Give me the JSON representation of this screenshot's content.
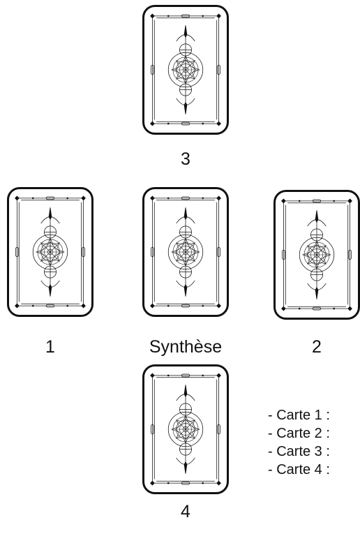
{
  "spread": {
    "positions": [
      {
        "id": "3",
        "label": "3"
      },
      {
        "id": "1",
        "label": "1"
      },
      {
        "id": "synthese",
        "label": "Synthèse"
      },
      {
        "id": "2",
        "label": "2"
      },
      {
        "id": "4",
        "label": "4"
      }
    ]
  },
  "legend": {
    "items": [
      "- Carte 1 :",
      "- Carte 2 :",
      "- Carte 3 :",
      "- Carte 4 :"
    ]
  },
  "colors": {
    "ink": "#111111",
    "background": "#ffffff"
  },
  "card_back_icon": "mandala-icon"
}
